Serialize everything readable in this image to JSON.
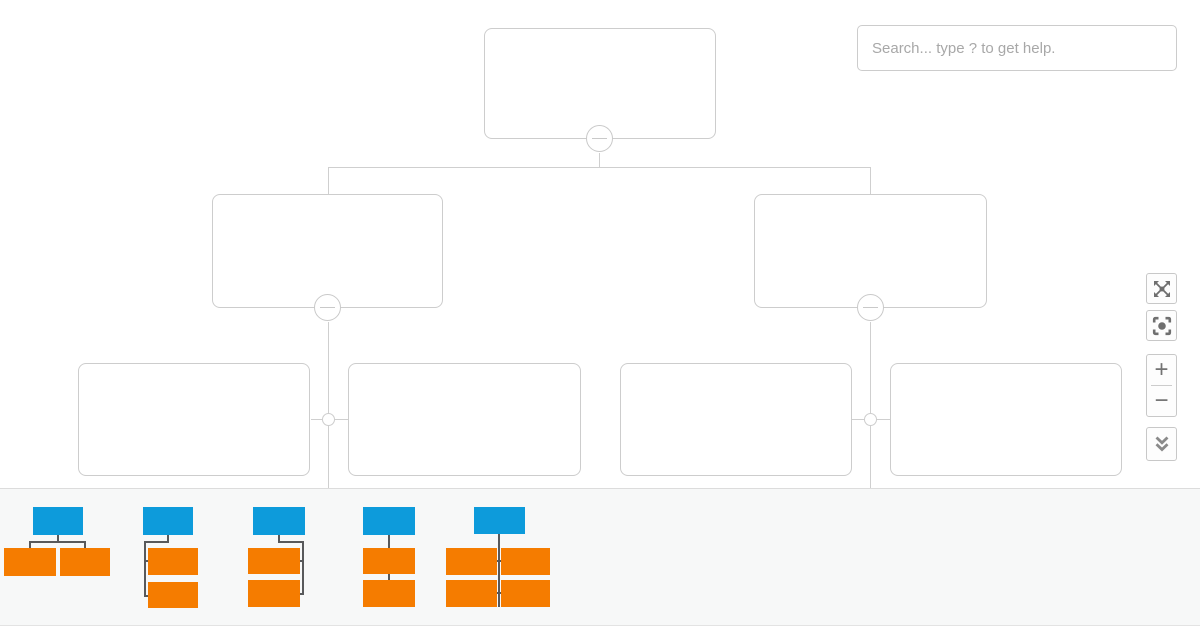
{
  "search": {
    "placeholder": "Search... type ? to get help."
  },
  "toolbar": {
    "expand_button": {
      "icon": "expand-arrows-icon"
    },
    "fit_button": {
      "icon": "fit-screen-icon"
    },
    "zoom_in_label": "+",
    "zoom_out_label": "−",
    "collapse_all_button": {
      "icon": "double-chevron-down-icon"
    }
  },
  "org_chart": {
    "nodes": [
      {
        "id": "root",
        "level": 1,
        "label": "",
        "parent": null,
        "has_collapse_button": true
      },
      {
        "id": "left",
        "level": 2,
        "label": "",
        "parent": "root",
        "has_collapse_button": true
      },
      {
        "id": "right",
        "level": 2,
        "label": "",
        "parent": "root",
        "has_collapse_button": true
      },
      {
        "id": "left-child-1",
        "level": 3,
        "label": "",
        "parent": "left",
        "has_collapse_button": false
      },
      {
        "id": "left-child-2",
        "level": 3,
        "label": "",
        "parent": "left",
        "has_collapse_button": false
      },
      {
        "id": "right-child-1",
        "level": 3,
        "label": "",
        "parent": "right",
        "has_collapse_button": false
      },
      {
        "id": "right-child-2",
        "level": 3,
        "label": "",
        "parent": "right",
        "has_collapse_button": false
      }
    ],
    "colors": {
      "node_fill": "#ffffff",
      "node_border": "#cdcdcd",
      "connector_line": "#cfcfcf"
    }
  },
  "templates_panel": {
    "items": [
      {
        "id": "template-1",
        "layout": "parent-with-two-children-side-by-side"
      },
      {
        "id": "template-2",
        "layout": "parent-with-two-stacked-children-left-line"
      },
      {
        "id": "template-3",
        "layout": "parent-with-two-stacked-children-right-line"
      },
      {
        "id": "template-4",
        "layout": "parent-with-two-stacked-children-center-line"
      },
      {
        "id": "template-5",
        "layout": "parent-with-four-children-grid"
      }
    ],
    "colors": {
      "parent_box": "#0d9bdb",
      "child_box": "#f57c00",
      "line": "#58595b",
      "background": "#f7f8f8"
    }
  }
}
